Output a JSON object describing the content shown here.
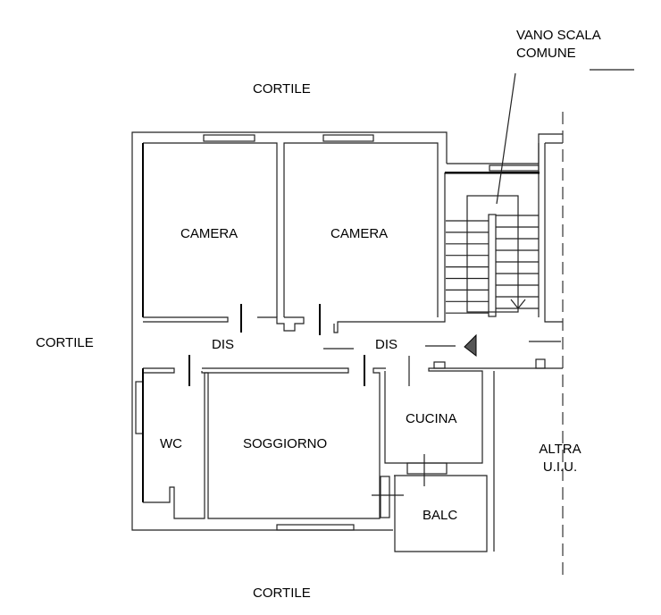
{
  "labels": {
    "cortile_top": "CORTILE",
    "cortile_left": "CORTILE",
    "cortile_bottom": "CORTILE",
    "vano_scala_line1": "VANO SCALA",
    "vano_scala_line2": "COMUNE",
    "camera_left": "CAMERA",
    "camera_right": "CAMERA",
    "dis_left": "DIS",
    "dis_right": "DIS",
    "wc": "WC",
    "soggiorno": "SOGGIORNO",
    "cucina": "CUCINA",
    "balc": "BALC",
    "altra_line1": "ALTRA",
    "altra_line2": "U.I.U."
  }
}
